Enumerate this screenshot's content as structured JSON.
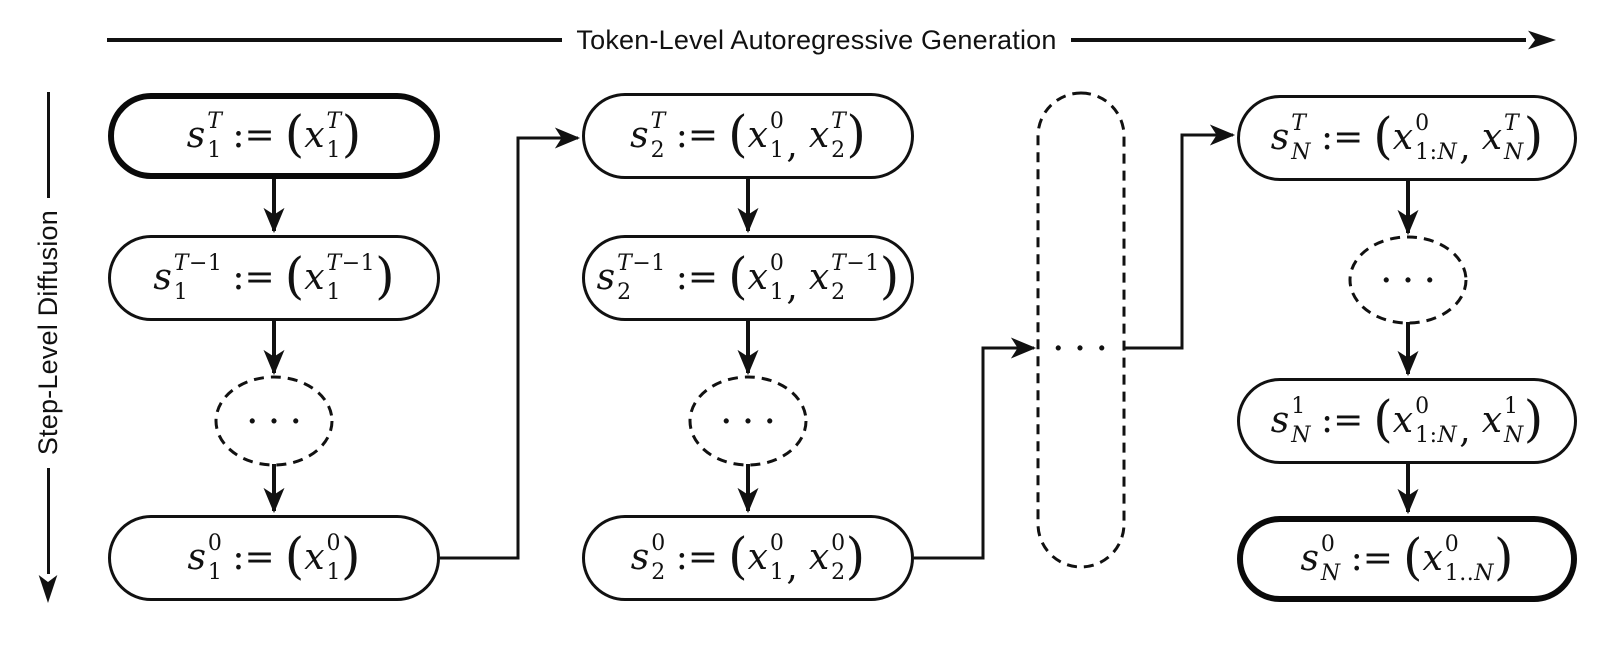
{
  "axes": {
    "top_label": "Token-Level Autoregressive Generation",
    "left_label": "Step-Level Diffusion"
  },
  "ellipsis": "···",
  "nodes": {
    "s1_T": {
      "math": [
        {
          "v": "s",
          "sup": "T",
          "sub": "1"
        },
        {
          "t": ":="
        },
        {
          "p": "("
        },
        {
          "v": "x",
          "sup": "T",
          "sub": "1"
        },
        {
          "p": ")"
        }
      ]
    },
    "s1_Tm1": {
      "math": [
        {
          "v": "s",
          "sup": "T−1",
          "sub": "1"
        },
        {
          "t": ":="
        },
        {
          "p": "("
        },
        {
          "v": "x",
          "sup": "T−1",
          "sub": "1"
        },
        {
          "p": ")"
        }
      ]
    },
    "s1_0": {
      "math": [
        {
          "v": "s",
          "sup": "0",
          "sub": "1"
        },
        {
          "t": ":="
        },
        {
          "p": "("
        },
        {
          "v": "x",
          "sup": "0",
          "sub": "1"
        },
        {
          "p": ")"
        }
      ]
    },
    "s2_T": {
      "math": [
        {
          "v": "s",
          "sup": "T",
          "sub": "2"
        },
        {
          "t": ":="
        },
        {
          "p": "("
        },
        {
          "v": "x",
          "sup": "0",
          "sub": "1"
        },
        {
          "t": ","
        },
        {
          "v": "x",
          "sup": "T",
          "sub": "2"
        },
        {
          "p": ")"
        }
      ]
    },
    "s2_Tm1": {
      "math": [
        {
          "v": "s",
          "sup": "T−1",
          "sub": "2"
        },
        {
          "t": ":="
        },
        {
          "p": "("
        },
        {
          "v": "x",
          "sup": "0",
          "sub": "1"
        },
        {
          "t": ","
        },
        {
          "v": "x",
          "sup": "T−1",
          "sub": "2"
        },
        {
          "p": ")"
        }
      ]
    },
    "s2_0": {
      "math": [
        {
          "v": "s",
          "sup": "0",
          "sub": "2"
        },
        {
          "t": ":="
        },
        {
          "p": "("
        },
        {
          "v": "x",
          "sup": "0",
          "sub": "1"
        },
        {
          "t": ","
        },
        {
          "v": "x",
          "sup": "0",
          "sub": "2"
        },
        {
          "p": ")"
        }
      ]
    },
    "sN_T": {
      "math": [
        {
          "v": "s",
          "sup": "T",
          "sub": "N"
        },
        {
          "t": ":="
        },
        {
          "p": "("
        },
        {
          "v": "x",
          "sup": "0",
          "sub": "1:N"
        },
        {
          "t": ","
        },
        {
          "v": "x",
          "sup": "T",
          "sub": "N"
        },
        {
          "p": ")"
        }
      ]
    },
    "sN_1": {
      "math": [
        {
          "v": "s",
          "sup": "1",
          "sub": "N"
        },
        {
          "t": ":="
        },
        {
          "p": "("
        },
        {
          "v": "x",
          "sup": "0",
          "sub": "1:N"
        },
        {
          "t": ","
        },
        {
          "v": "x",
          "sup": "1",
          "sub": "N"
        },
        {
          "p": ")"
        }
      ]
    },
    "sN_0": {
      "math": [
        {
          "v": "s",
          "sup": "0",
          "sub": "N"
        },
        {
          "t": ":="
        },
        {
          "p": "("
        },
        {
          "v": "x",
          "sup": "0",
          "sub": "1..N"
        },
        {
          "p": ")"
        }
      ]
    }
  }
}
